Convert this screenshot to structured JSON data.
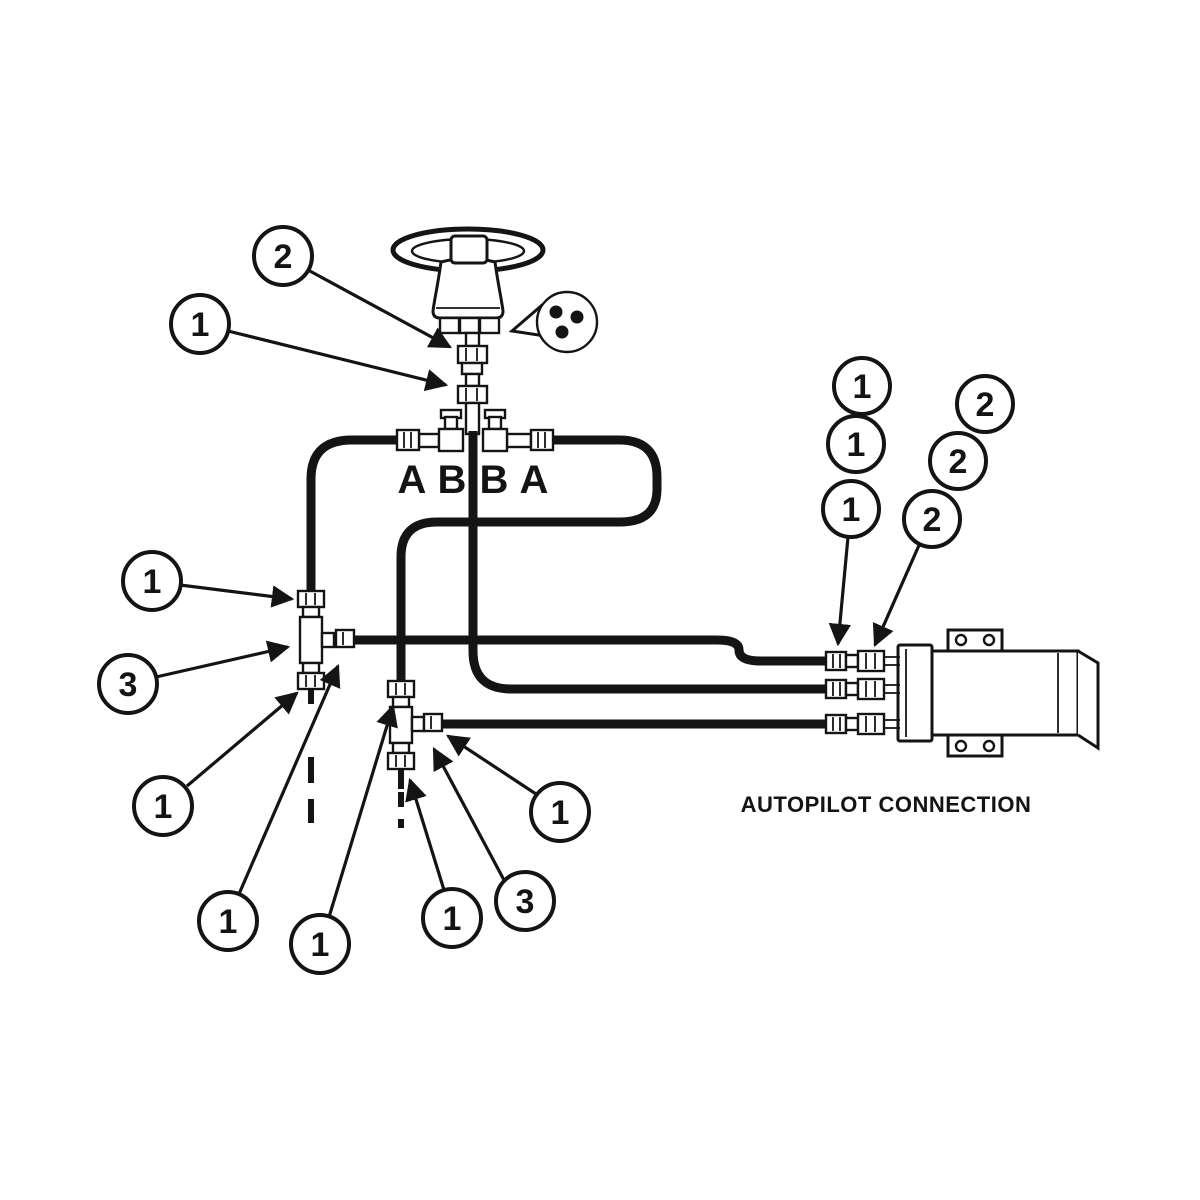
{
  "diagram": {
    "caption": "AUTOPILOT CONNECTION",
    "port_labels": [
      "A",
      "B",
      "B",
      "A"
    ],
    "callouts": [
      {
        "id": "helm-coupling-upper",
        "label": "2"
      },
      {
        "id": "helm-coupling-lower",
        "label": "1"
      },
      {
        "id": "left-tee-top-nut",
        "label": "1"
      },
      {
        "id": "left-tee-body",
        "label": "3"
      },
      {
        "id": "left-tee-bottom-nut",
        "label": "1"
      },
      {
        "id": "left-tee-side-nut",
        "label": "1"
      },
      {
        "id": "lower-tee-top-nut",
        "label": "1"
      },
      {
        "id": "lower-tee-bottom-nut",
        "label": "1"
      },
      {
        "id": "lower-tee-body",
        "label": "3"
      },
      {
        "id": "lower-tee-side-nut",
        "label": "1"
      },
      {
        "id": "cylinder-nut-top",
        "label": "1"
      },
      {
        "id": "cylinder-nut-middle",
        "label": "1"
      },
      {
        "id": "cylinder-nut-bottom",
        "label": "1"
      },
      {
        "id": "cylinder-union-top",
        "label": "2"
      },
      {
        "id": "cylinder-union-middle",
        "label": "2"
      },
      {
        "id": "cylinder-union-bottom",
        "label": "2"
      }
    ],
    "colors": {
      "ink": "#141414",
      "paper": "#ffffff"
    }
  }
}
